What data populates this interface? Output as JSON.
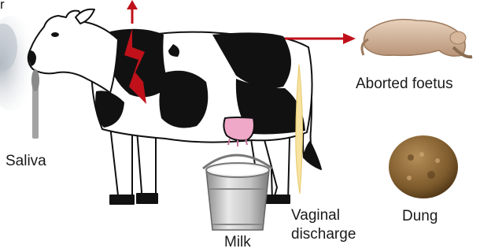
{
  "labels": {
    "top_left_fragment": "r",
    "saliva": "Saliva",
    "aborted_foetus": "Aborted foetus",
    "dung": "Dung",
    "vaginal_discharge_line1": "Vaginal",
    "vaginal_discharge_line2": "discharge",
    "milk": "Milk"
  },
  "icons": {
    "cow": "cow-illustration",
    "swab": "saliva-swab-icon",
    "foetus": "aborted-foetus-image",
    "dung": "dung-image",
    "bucket": "milk-bucket-icon",
    "breath": "breath-cloud-icon"
  },
  "colors": {
    "arrow_red": "#c0111a",
    "cow_black": "#111111",
    "udder_pink": "#f0a8c8",
    "discharge_yellow": "#f7e3a0",
    "swab_gray": "#a3a3a3"
  }
}
